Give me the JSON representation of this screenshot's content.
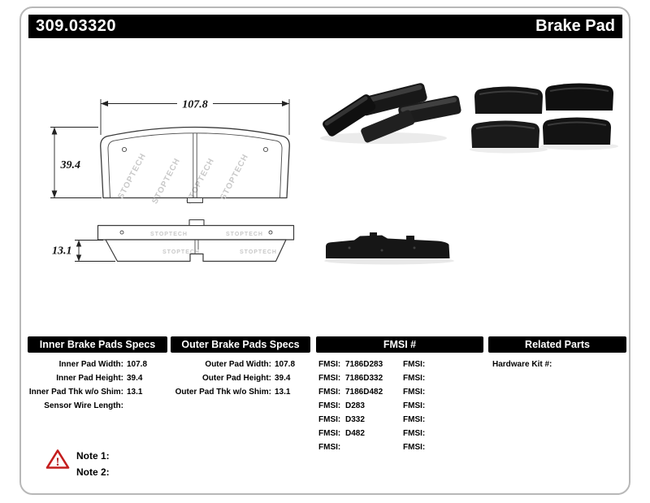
{
  "header": {
    "part_number": "309.03320",
    "product_type": "Brake Pad"
  },
  "colors": {
    "header_bar": "#000000",
    "warning_red": "#c41d1d",
    "watermark_gray": "#c8c8c8"
  },
  "drawing": {
    "width_dim": "107.8",
    "height_dim": "39.4",
    "thickness_dim": "13.1",
    "watermark": "STOPTECH"
  },
  "tables": {
    "inner": {
      "title": "Inner Brake Pads Specs",
      "rows": [
        {
          "label": "Inner Pad Width:",
          "value": "107.8"
        },
        {
          "label": "Inner Pad Height:",
          "value": "39.4"
        },
        {
          "label": "Inner Pad Thk w/o Shim:",
          "value": "13.1"
        },
        {
          "label": "Sensor Wire Length:",
          "value": ""
        }
      ]
    },
    "outer": {
      "title": "Outer Brake Pads Specs",
      "rows": [
        {
          "label": "Outer Pad Width:",
          "value": "107.8"
        },
        {
          "label": "Outer Pad Height:",
          "value": "39.4"
        },
        {
          "label": "Outer Pad Thk w/o Shim:",
          "value": "13.1"
        }
      ]
    },
    "fmsi": {
      "title": "FMSI #",
      "rows": [
        {
          "label_left": "FMSI:",
          "value_left": "7186D283",
          "label_right": "FMSI:",
          "value_right": ""
        },
        {
          "label_left": "FMSI:",
          "value_left": "7186D332",
          "label_right": "FMSI:",
          "value_right": ""
        },
        {
          "label_left": "FMSI:",
          "value_left": "7186D482",
          "label_right": "FMSI:",
          "value_right": ""
        },
        {
          "label_left": "FMSI:",
          "value_left": "D283",
          "label_right": "FMSI:",
          "value_right": ""
        },
        {
          "label_left": "FMSI:",
          "value_left": "D332",
          "label_right": "FMSI:",
          "value_right": ""
        },
        {
          "label_left": "FMSI:",
          "value_left": "D482",
          "label_right": "FMSI:",
          "value_right": ""
        },
        {
          "label_left": "FMSI:",
          "value_left": "",
          "label_right": "FMSI:",
          "value_right": ""
        }
      ]
    },
    "related": {
      "title": "Related Parts",
      "rows": [
        {
          "label": "Hardware Kit #:",
          "value": ""
        }
      ]
    }
  },
  "notes": {
    "warning_icon": "warning-triangle",
    "note1": "Note 1:",
    "note2": "Note 2:"
  }
}
